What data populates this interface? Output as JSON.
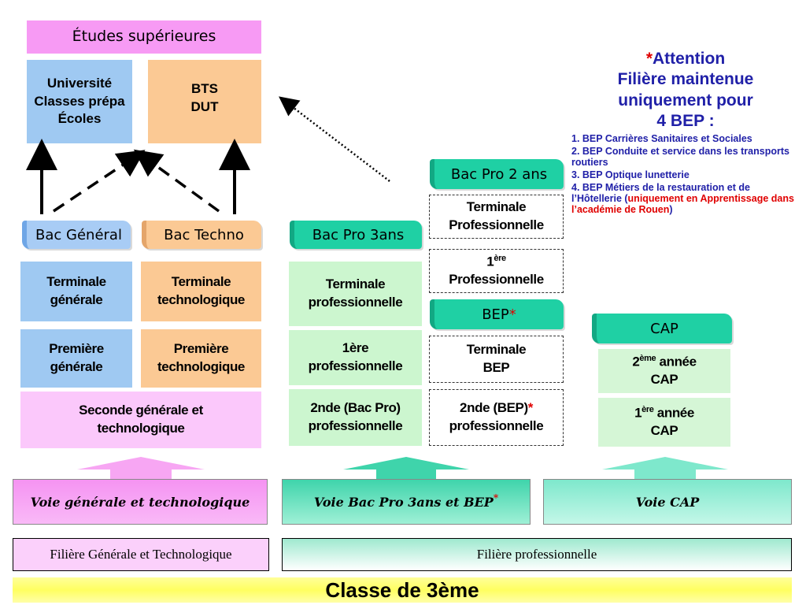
{
  "top": {
    "etudes": "Études supérieures",
    "univ": [
      "Université",
      "Classes prépa",
      "Écoles"
    ],
    "bts": [
      "BTS",
      "DUT"
    ]
  },
  "attention": {
    "star": "*",
    "title": [
      "Attention",
      "Filière maintenue",
      "uniquement pour",
      "4 BEP :"
    ],
    "items": [
      "1. BEP Carrières Sanitaires et Sociales",
      "2. BEP Conduite et service dans les transports routiers",
      "3. BEP Optique lunetterie"
    ],
    "item4_a": "4. BEP Métiers de la restauration et de l’Hôtellerie (",
    "item4_red": "uniquement en Apprentissage dans l’académie de Rouen",
    "item4_b": ")",
    "colors": {
      "blue": "#2020a8",
      "red": "#e00000"
    }
  },
  "banners": {
    "bac_general": "Bac Général",
    "bac_techno": "Bac Techno",
    "bac_pro_3": "Bac Pro 3ans",
    "bac_pro_2": "Bac Pro 2 ans",
    "bep": "BEP",
    "bep_star": "*",
    "cap": "CAP"
  },
  "general": {
    "term_gen": [
      "Terminale",
      "générale"
    ],
    "prem_gen": [
      "Première",
      "générale"
    ],
    "term_tech": [
      "Terminale",
      "technologique"
    ],
    "prem_tech": [
      "Première",
      "technologique"
    ],
    "seconde": [
      "Seconde générale et",
      "technologique"
    ]
  },
  "pro3": {
    "term": [
      "Terminale",
      "professionnelle"
    ],
    "prem": [
      "1ère",
      "professionnelle"
    ],
    "seconde": [
      "2nde (Bac Pro)",
      "professionnelle"
    ]
  },
  "pro2": {
    "term": [
      "Terminale",
      "Professionnelle"
    ],
    "prem_num": "1",
    "prem_sup": "ère",
    "prem_word": "Professionnelle"
  },
  "bep": {
    "term": [
      "Terminale",
      "BEP"
    ],
    "seconde_a": "2nde (BEP)",
    "seconde_star": "*",
    "seconde_b": "professionnelle"
  },
  "cap": {
    "second_num": "2",
    "second_sup": "ème",
    "second_word": " année",
    "first_num": "1",
    "first_sup": "ère",
    "first_word": " année",
    "cap_label": "CAP"
  },
  "voies": {
    "generale": "Voie générale et technologique",
    "pro": "Voie Bac Pro 3ans et BEP",
    "pro_star": "*",
    "cap": "Voie CAP"
  },
  "filieres": {
    "gen": "Filière Générale et Technologique",
    "pro": "Filière professionnelle"
  },
  "classe": "Classe de 3ème"
}
